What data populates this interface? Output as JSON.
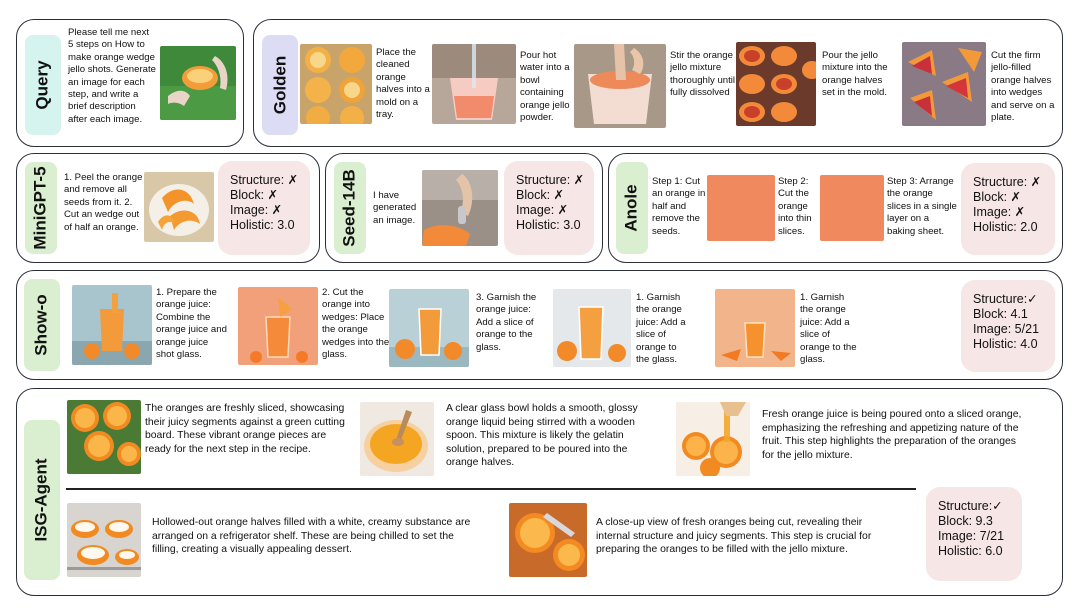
{
  "query": {
    "label": "Query",
    "text": "Please tell me next 5 steps on How to make orange wedge jello shots. Generate an image for each step, and write a brief description after each image."
  },
  "golden": {
    "label": "Golden",
    "steps": [
      "Place the cleaned orange halves into a mold on a tray.",
      "Pour hot water into a bowl containing orange jello powder.",
      "Stir the orange jello mixture thoroughly until fully dissolved",
      "Pour the jello mixture into the orange halves set in the mold.",
      "Cut the firm jello-filled orange halves into wedges and serve on a plate."
    ]
  },
  "minigpt": {
    "label": "MiniGPT-5",
    "text": "1. Peel the orange and remove all seeds from it. 2. Cut an wedge out of half an orange.",
    "scores": [
      "Structure: ✗",
      "Block: ✗",
      "Image: ✗",
      "Holistic: 3.0"
    ]
  },
  "seed": {
    "label": "Seed-14B",
    "text": "I have generated an image.",
    "scores": [
      "Structure: ✗",
      "Block: ✗",
      "Image: ✗",
      "Holistic: 3.0"
    ]
  },
  "anole": {
    "label": "Anole",
    "steps": [
      "Step 1: Cut an orange in half and remove the seeds.",
      "Step 2: Cut the orange into thin slices.",
      "Step 3: Arrange the orange slices in a single layer on a baking sheet."
    ],
    "scores": [
      "Structure: ✗",
      "Block: ✗",
      "Image: ✗",
      "Holistic: 2.0"
    ]
  },
  "showo": {
    "label": "Show-o",
    "steps": [
      "1. Prepare the orange juice: Combine the orange juice and orange juice shot glass.",
      "2. Cut the orange into wedges: Place the orange wedges into the glass.",
      "3. Garnish the orange juice: Add a slice of orange to the glass.",
      "1. Garnish the orange juice: Add a slice of orange to the glass.",
      "1. Garnish the orange juice: Add a slice of orange to the glass."
    ],
    "scores": [
      "Structure:✓",
      "Block: 4.1",
      "Image: 5/21",
      "Holistic: 4.0"
    ]
  },
  "isg": {
    "label": "ISG-Agent",
    "steps": [
      "The oranges are freshly sliced, showcasing their juicy segments against a green cutting board. These vibrant orange pieces are ready for the next step in the recipe.",
      "A clear glass bowl holds a smooth, glossy orange liquid being stirred with a wooden spoon. This mixture is likely the gelatin solution, prepared to be poured into the orange halves.",
      "Fresh orange juice is being poured onto a sliced orange, emphasizing the refreshing and appetizing nature of the fruit. This step highlights the preparation of the oranges for the jello mixture.",
      "Hollowed-out orange halves filled with a white, creamy substance are arranged on a refrigerator shelf. These are being chilled to set the filling, creating a visually appealing dessert.",
      "A close-up view of fresh oranges being cut, revealing their internal structure and juicy segments. This step is crucial for preparing the oranges to be filled with the jello mixture."
    ],
    "scores": [
      "Structure:✓",
      "Block: 9.3",
      "Image: 7/21",
      "Holistic: 6.0"
    ]
  },
  "colors": {
    "label_green": "#d9efd0",
    "label_cyan": "#d5f3ef",
    "label_lavender": "#dcdcf5",
    "score_bg": "#f7e6e6",
    "orange": "#f08a4b"
  }
}
